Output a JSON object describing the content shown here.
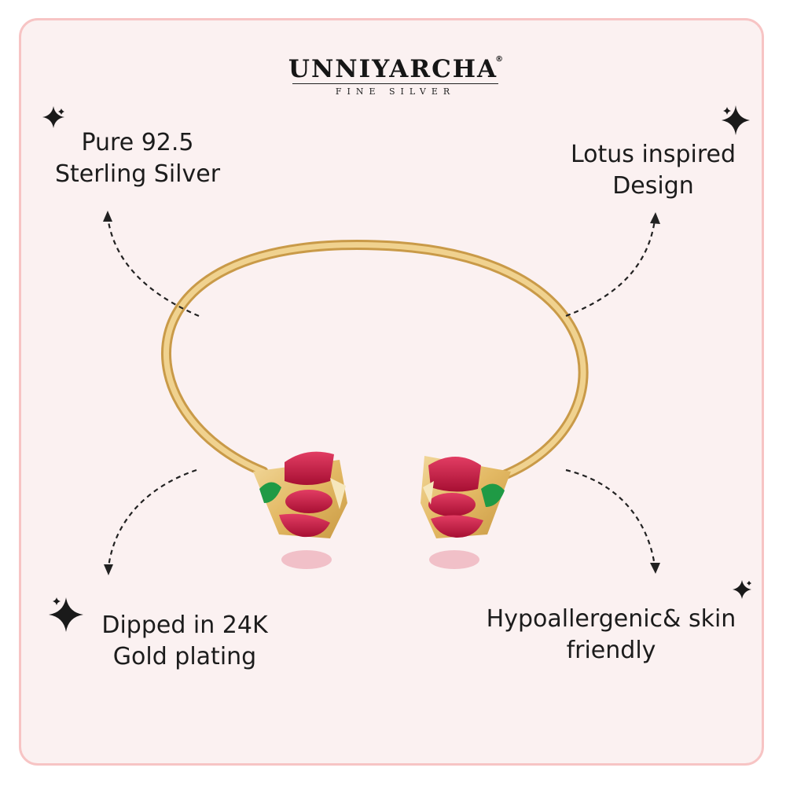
{
  "brand": {
    "name": "UNNIYARCHA",
    "registered_mark": "®",
    "tagline": "FINE SILVER"
  },
  "features": [
    {
      "line1": "Pure 92.5",
      "line2": "Sterling Silver"
    },
    {
      "line1": "Lotus inspired",
      "line2": "Design"
    },
    {
      "line1": "Dipped in 24K",
      "line2": "Gold plating"
    },
    {
      "line1": "Hypoallergenic& skin",
      "line2": "friendly"
    }
  ],
  "icons": [
    "sparkle-icon",
    "arrow-up-icon",
    "arrow-down-icon"
  ],
  "colors": {
    "frame_border": "#f7c4c4",
    "background": "#fbf1f1",
    "text": "#1c1c1c",
    "gold": "#e6c170",
    "ruby": "#c8163f",
    "emerald": "#1f9a45"
  }
}
